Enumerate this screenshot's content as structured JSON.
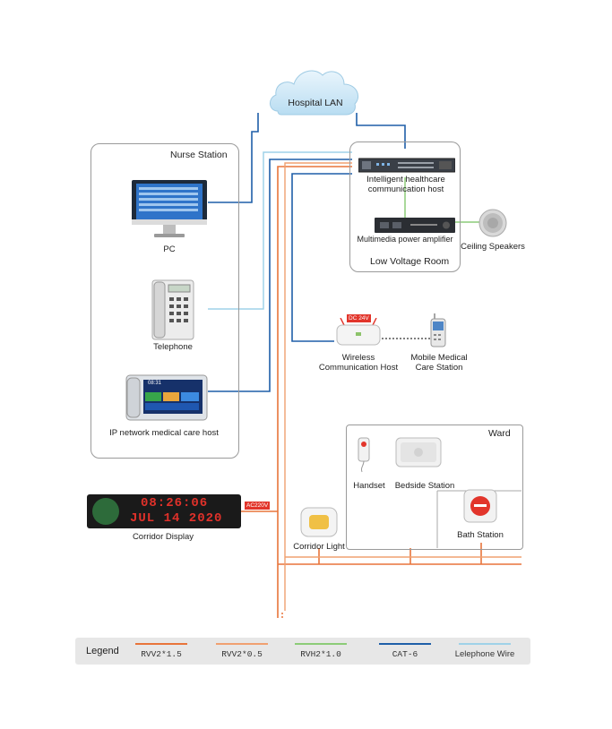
{
  "cloud": {
    "label": "Hospital LAN"
  },
  "nurse_station": {
    "title": "Nurse Station",
    "pc": "PC",
    "telephone": "Telephone",
    "ip_host": "IP network medical care host",
    "screen_time": "08:31"
  },
  "low_voltage_room": {
    "title": "Low Voltage Room",
    "comm_host": "Intelligent healthcare\ncommunication host",
    "amplifier": "Multimedia power amplifier"
  },
  "ceiling_speakers": "Ceiling Speakers",
  "wireless": {
    "host": "Wireless\nCommunication Host",
    "mobile": "Mobile Medical\nCare Station",
    "tag": "DC 24V"
  },
  "ward": {
    "title": "Ward",
    "handset": "Handset",
    "bedside": "Bedside Station",
    "bath": "Bath Station"
  },
  "corridor_display": {
    "label": "Corridor Display",
    "time": "08:26:06",
    "date": "JUL 14 2020",
    "tag": "AC220V"
  },
  "corridor_light": "Corridor Light",
  "legend": {
    "title": "Legend",
    "items": [
      {
        "label": "RVV2*1.5",
        "color": "#e8743a"
      },
      {
        "label": "RVV2*0.5",
        "color": "#f0a070"
      },
      {
        "label": "RVH2*1.0",
        "color": "#8ccc78"
      },
      {
        "label": "CAT-6",
        "color": "#1f5fa8"
      },
      {
        "label": "Lelephone Wire",
        "color": "#9fd2e8"
      }
    ]
  }
}
